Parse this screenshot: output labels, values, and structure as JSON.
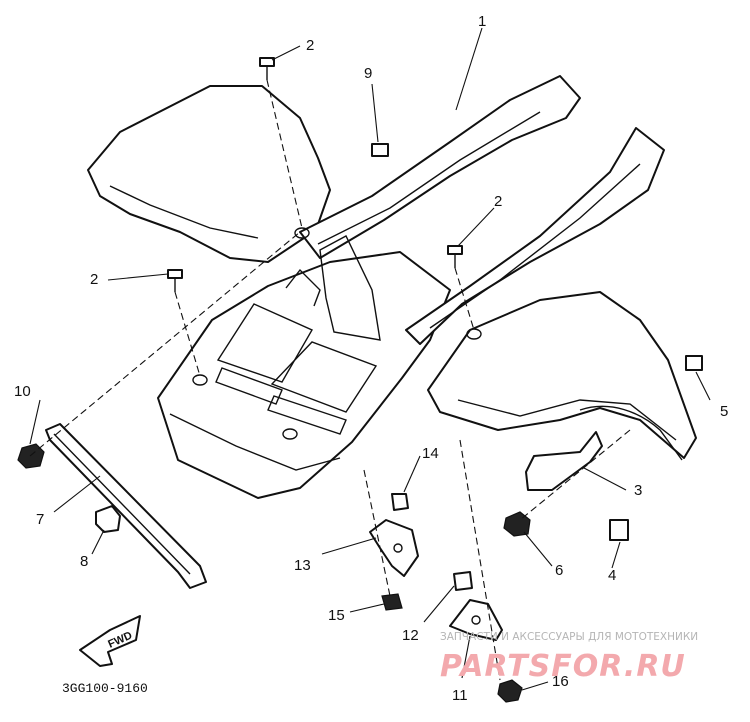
{
  "diagram": {
    "callouts": [
      "1",
      "2",
      "2",
      "2",
      "3",
      "4",
      "5",
      "6",
      "7",
      "8",
      "9",
      "10",
      "11",
      "12",
      "13",
      "14",
      "15",
      "16"
    ],
    "fwd_label": "FWD",
    "part_code": "3GG100-9160"
  },
  "watermark": {
    "tagline": "ЗАПЧАСТИ И АКСЕССУАРЫ ДЛЯ МОТОТЕХНИКИ",
    "brand": "PARTSFOR.RU"
  }
}
